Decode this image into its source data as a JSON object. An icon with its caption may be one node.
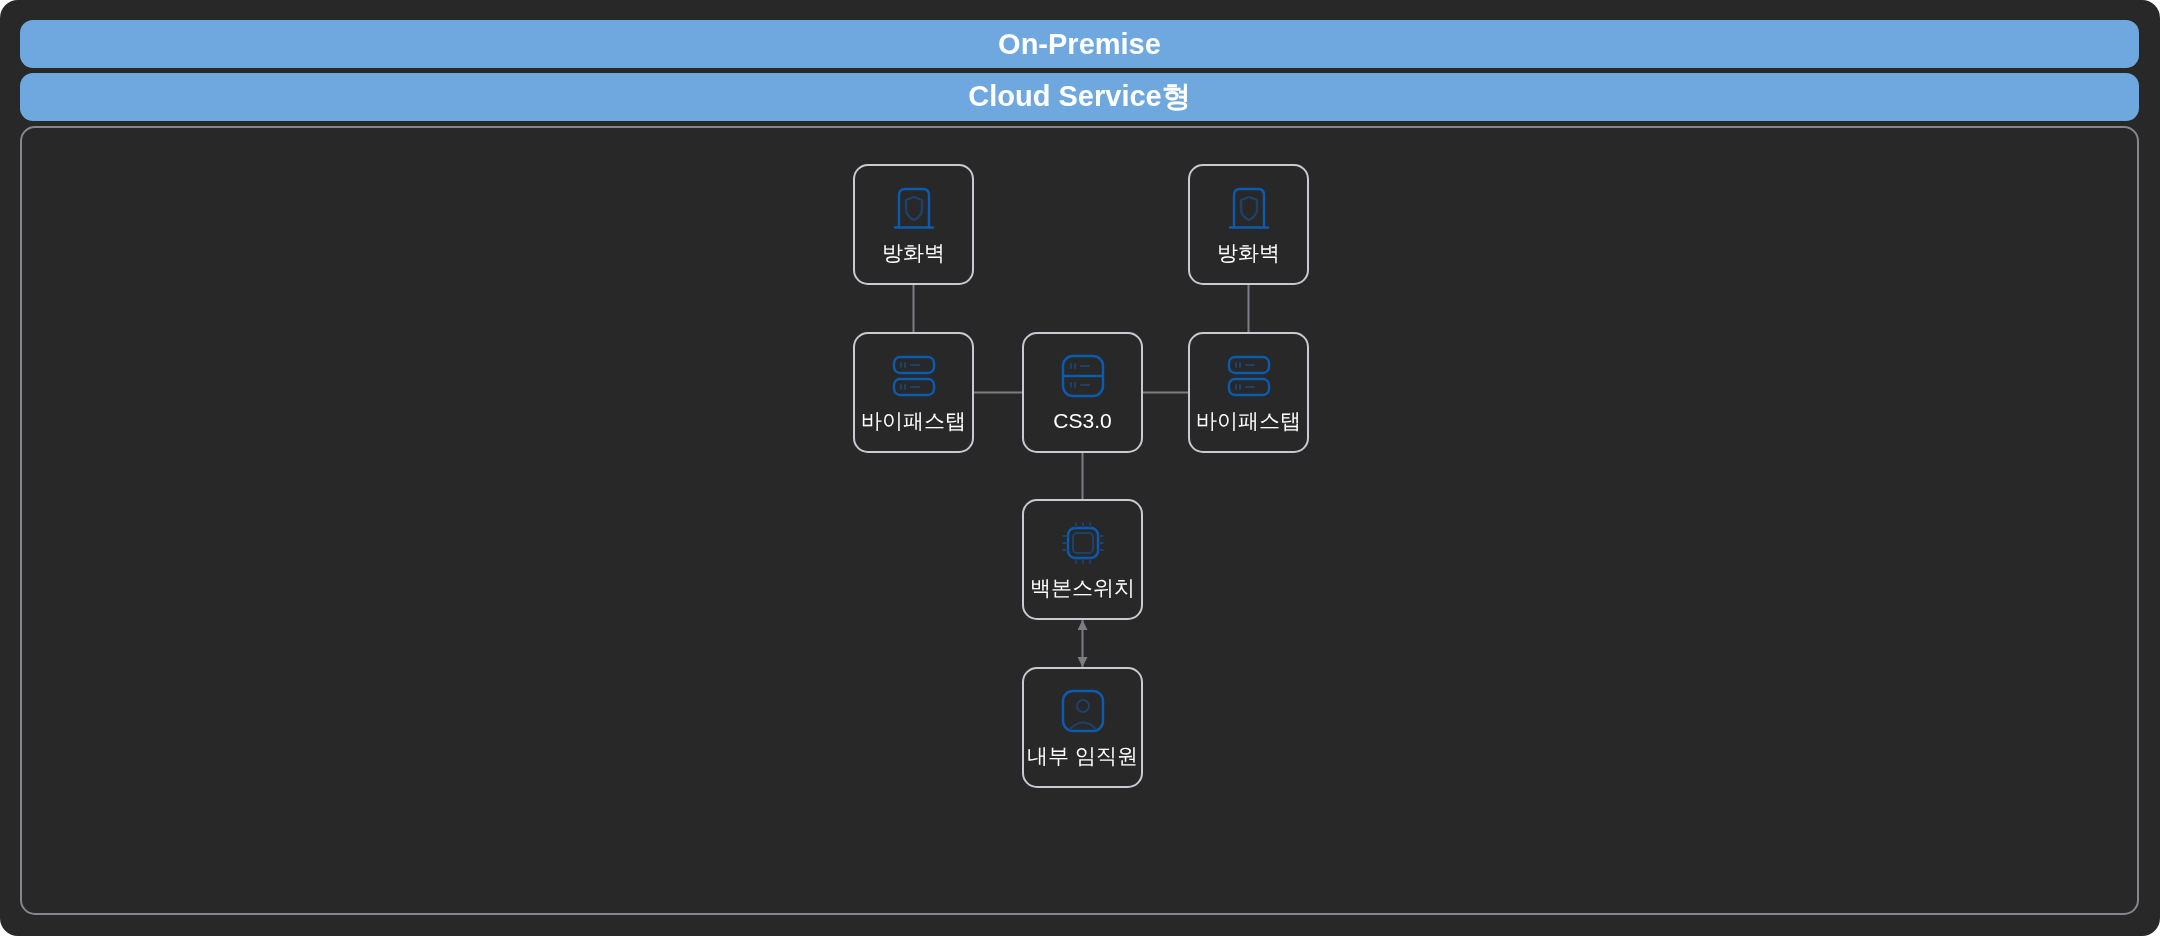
{
  "diagram": {
    "nodes": [
      {
        "text": [
          "On-Premise"
        ]
      },
      {
        "text": [
          "Cloud Service형"
        ]
      },
      {
        "text": [],
        "shape": "box"
      },
      {
        "text": [
          "방화벽"
        ],
        "in": 2
      },
      {
        "text": [
          "방화벽"
        ],
        "in": 2
      },
      {
        "text": [
          "바이패스탭"
        ],
        "in": 2
      },
      {
        "text": [
          "CS3.0"
        ],
        "in": 2
      },
      {
        "text": [
          "바이패스탭"
        ],
        "in": 2
      },
      {
        "text": [
          "백본스위치"
        ],
        "in": 2
      },
      {
        "text": [
          "내부 임직원"
        ],
        "in": 2
      }
    ],
    "edges": [
      {
        "from": 3,
        "to": 5,
        "arrow": "none"
      },
      {
        "from": 4,
        "to": 7,
        "arrow": "none"
      },
      {
        "from": 5,
        "to": 6,
        "arrow": "none"
      },
      {
        "from": 6,
        "to": 7,
        "arrow": "none"
      },
      {
        "from": 6,
        "to": 8,
        "arrow": "none"
      },
      {
        "from": 8,
        "to": 9,
        "arrow": "both"
      }
    ]
  }
}
